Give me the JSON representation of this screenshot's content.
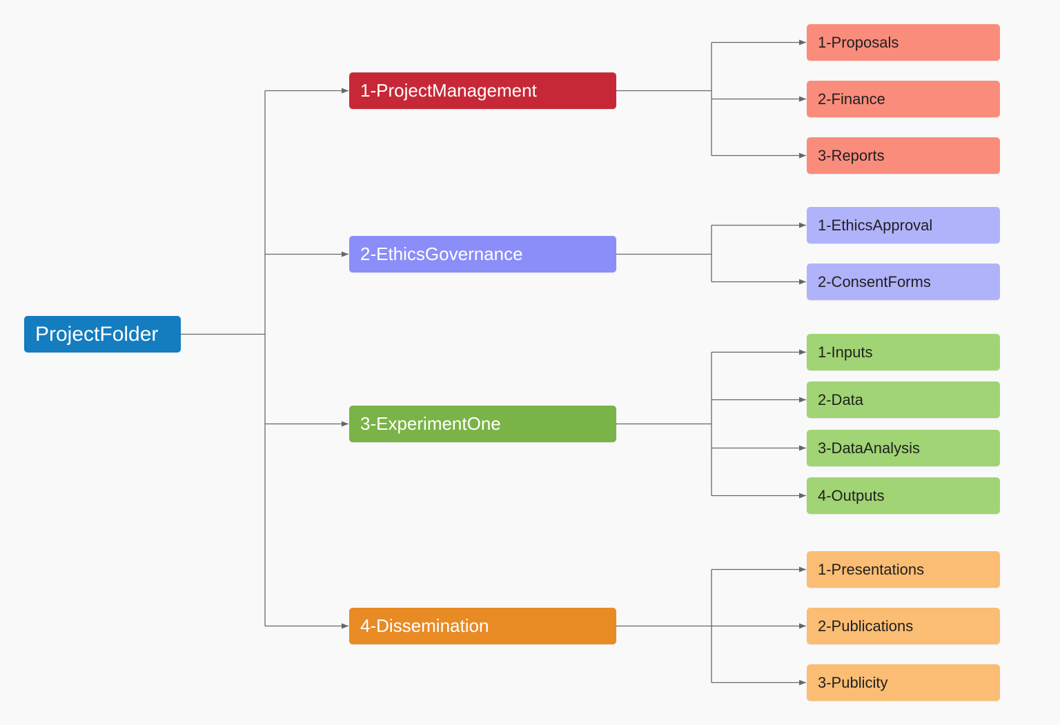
{
  "diagram": {
    "root": {
      "label": "ProjectFolder",
      "color": "#137dbf"
    },
    "branches": [
      {
        "label": "1-ProjectManagement",
        "color": "#c72837",
        "child_color": "#fa8c7c",
        "children": [
          "1-Proposals",
          "2-Finance",
          "3-Reports"
        ]
      },
      {
        "label": "2-EthicsGovernance",
        "color": "#8b8ef8",
        "child_color": "#b0b3fa",
        "children": [
          "1-EthicsApproval",
          "2-ConsentForms"
        ]
      },
      {
        "label": "3-ExperimentOne",
        "color": "#7ab347",
        "child_color": "#a1d474",
        "children": [
          "1-Inputs",
          "2-Data",
          "3-DataAnalysis",
          "4-Outputs"
        ]
      },
      {
        "label": "4-Dissemination",
        "color": "#e88b25",
        "child_color": "#fabd73",
        "children": [
          "1-Presentations",
          "2-Publications",
          "3-Publicity"
        ]
      }
    ],
    "connector_color": "#666666"
  }
}
